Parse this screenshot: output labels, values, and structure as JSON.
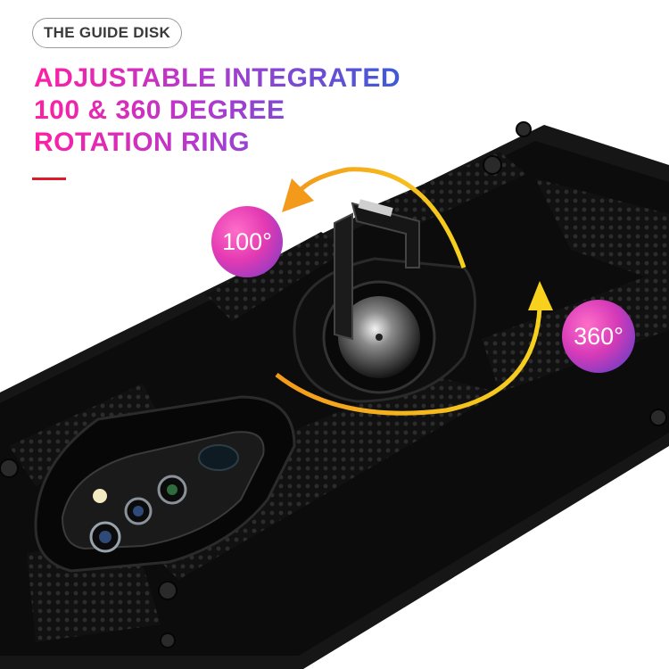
{
  "badge": {
    "label": "THE GUIDE DISK"
  },
  "headline": {
    "lines": [
      "ADJUSTABLE INTEGRATED",
      "100 & 360 DEGREE",
      "ROTATION RING"
    ]
  },
  "bubbles": {
    "left_label": "100°",
    "right_label": "360°"
  },
  "colors": {
    "accent_red": "#e0192a",
    "gradient_start": "#ff1fa3",
    "gradient_end": "#3b5bd9",
    "arrow_yellow": "#f5c21b"
  }
}
